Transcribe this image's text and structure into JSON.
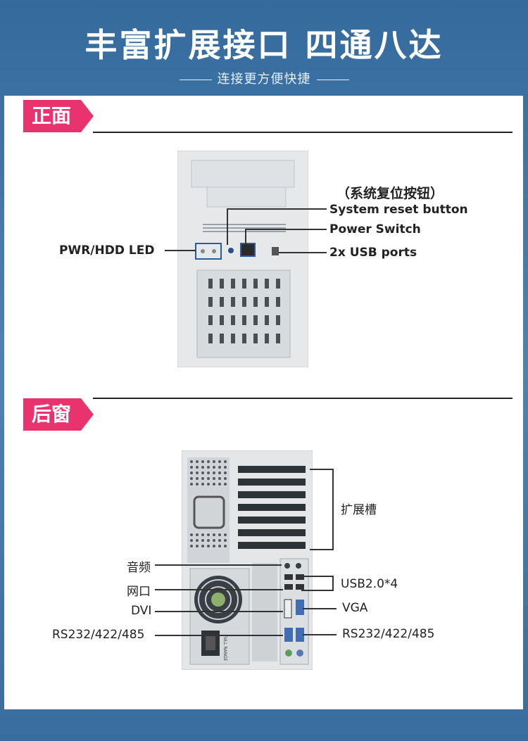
{
  "header": {
    "title": "丰富扩展接口 四通八达",
    "subtitle": "连接更方便快捷"
  },
  "front": {
    "tag": "正面",
    "labels": {
      "reset_cn": "（系统复位按钮）",
      "reset_en": "System reset button",
      "power": "Power Switch",
      "usb": "2x USB ports",
      "led": "PWR/HDD LED"
    }
  },
  "rear": {
    "tag": "后窗",
    "labels": {
      "expansion": "扩展槽",
      "audio": "音频",
      "lan": "网口",
      "dvi": "DVI",
      "serial_left": "RS232/422/485",
      "usb": "USB2.0*4",
      "vga": "VGA",
      "serial_right": "RS232/422/485",
      "psu_text": "FULL RANGE"
    }
  },
  "colors": {
    "background": "#3e6fa0",
    "tag": "#e8336f",
    "chassis": "#e4e6e8"
  }
}
